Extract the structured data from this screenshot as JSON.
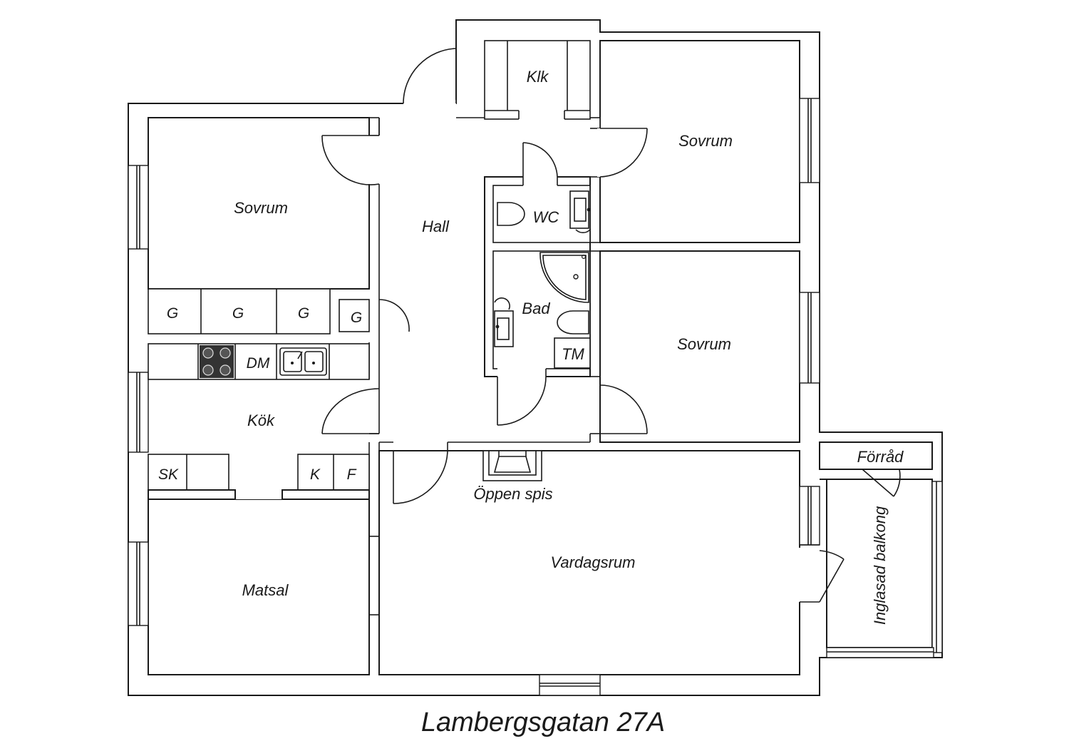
{
  "title": "Lambergsgatan 27A",
  "rooms": {
    "sovrum_nw": "Sovrum",
    "hall": "Hall",
    "klk": "Klk",
    "sovrum_ne": "Sovrum",
    "wc": "WC",
    "bad": "Bad",
    "tm": "TM",
    "sovrum_e": "Sovrum",
    "kok": "Kök",
    "matsal": "Matsal",
    "vardagsrum": "Vardagsrum",
    "oppen_spis": "Öppen spis",
    "forrad": "Förråd",
    "balkong": "Inglasad balkong"
  },
  "fixtures": {
    "wardrobe_1": "G",
    "wardrobe_2": "G",
    "wardrobe_3": "G",
    "wardrobe_4": "G",
    "dishwasher": "DM",
    "sk": "SK",
    "fridge": "K",
    "freezer": "F"
  }
}
